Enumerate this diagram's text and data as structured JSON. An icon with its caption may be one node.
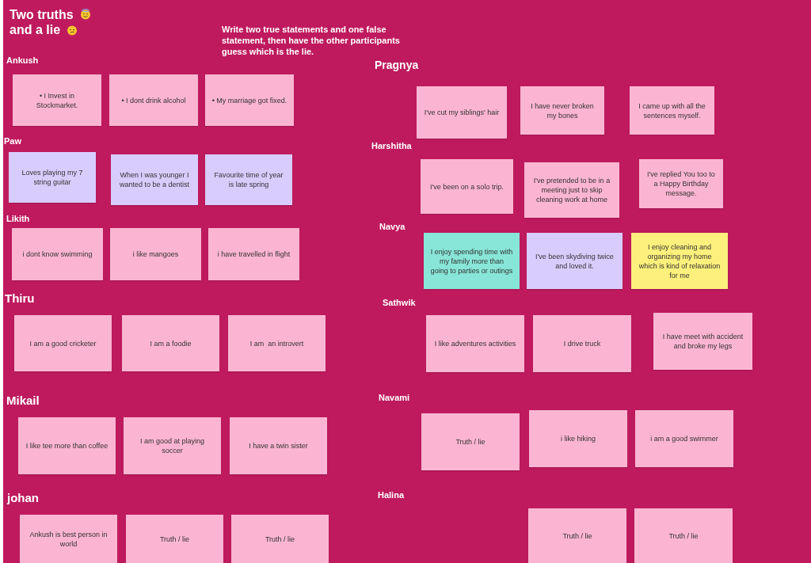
{
  "diagram": {
    "title": "Two truths and a lie",
    "nodes": [
      {
        "text": [
          "• I Invest in Stockmarket."
        ]
      },
      {
        "text": [
          "• I dont drink alcohol"
        ]
      },
      {
        "text": [
          "• My marriage got fixed."
        ]
      },
      {
        "text": [
          "Loves playing my 7 string guitar"
        ]
      },
      {
        "text": [
          "When I was younger I wanted to be a dentist"
        ]
      },
      {
        "text": [
          "Favourite time of year is late spring"
        ]
      },
      {
        "text": [
          "i dont know swimming"
        ]
      },
      {
        "text": [
          "i like mangoes"
        ]
      },
      {
        "text": [
          "i have travelled in flight"
        ]
      },
      {
        "text": [
          "I am a good cricketer"
        ]
      },
      {
        "text": [
          "I am a foodie"
        ]
      },
      {
        "text": [
          "I am  an introvert"
        ]
      },
      {
        "text": [
          "I like tee more than coffee"
        ]
      },
      {
        "text": [
          "I am good at playing soccer"
        ]
      },
      {
        "text": [
          "I have a twin sister"
        ]
      },
      {
        "text": [
          "Ankush is best person in world"
        ]
      },
      {
        "text": [
          "Truth / lie"
        ]
      },
      {
        "text": [
          "Truth / lie"
        ]
      },
      {
        "text": [
          "I've cut my siblings' hair"
        ]
      },
      {
        "text": [
          "I have never broken my bones"
        ]
      },
      {
        "text": [
          "I came up with all the sentences myself."
        ]
      },
      {
        "text": [
          "I've been on a solo trip."
        ]
      },
      {
        "text": [
          "I've pretended to be in a meeting just to skip cleaning work at home"
        ]
      },
      {
        "text": [
          "I've replied You too to a Happy Birthday message."
        ]
      },
      {
        "text": [
          "I enjoy spending time with my family more than going to parties or outings"
        ]
      },
      {
        "text": [
          "I've been skydiving twice and loved it."
        ]
      },
      {
        "text": [
          "I enjoy cleaning and organizing my home which is kind of relaxation for me"
        ]
      },
      {
        "text": [
          "I like adventures activities"
        ]
      },
      {
        "text": [
          "I drive truck"
        ]
      },
      {
        "text": [
          "I have meet with accident and broke my legs"
        ]
      },
      {
        "text": [
          "Truth / lie"
        ]
      },
      {
        "text": [
          "i like hiking"
        ]
      },
      {
        "text": [
          "i am a good swimmer"
        ]
      },
      {
        "text": [
          "Truth / lie"
        ]
      },
      {
        "text": [
          "Truth / lie"
        ]
      }
    ],
    "labels": [
      "Write two true statements and one false statement, then have the other participants guess which is the lie.",
      "Ankush",
      "Paw",
      "Likith",
      "Thiru",
      "Mikail",
      "johan",
      "Pragnya",
      "Harshitha",
      "Navya",
      "Sathwik",
      "Navami",
      "Halina"
    ]
  }
}
